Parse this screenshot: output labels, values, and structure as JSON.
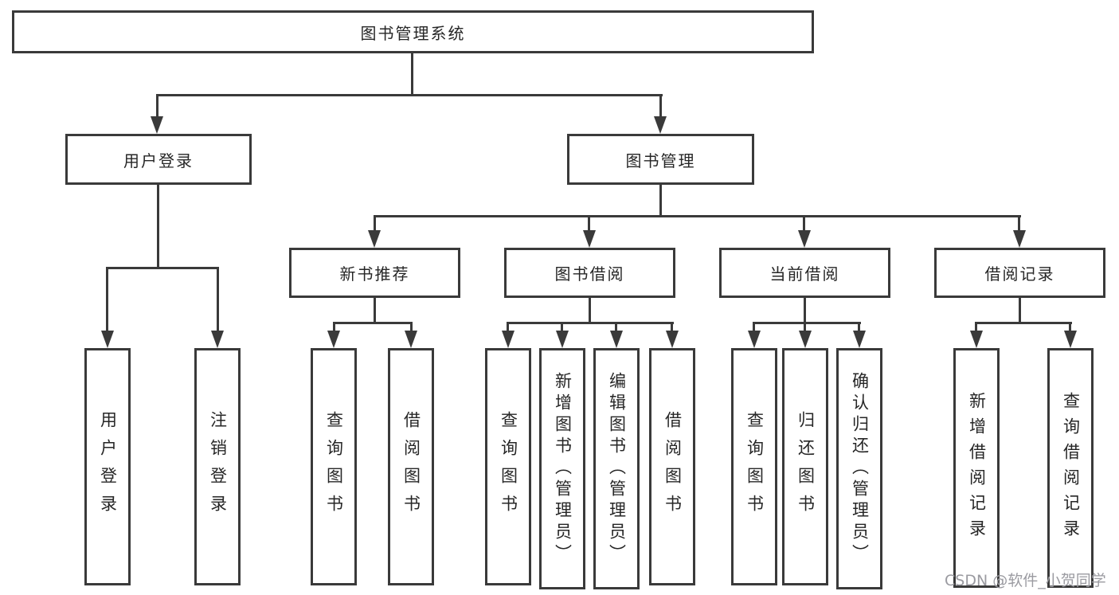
{
  "tree": {
    "root": {
      "label": "图书管理系统"
    },
    "branches": [
      {
        "label": "用户登录",
        "children": [
          {
            "label": "用户登录"
          },
          {
            "label": "注销登录"
          }
        ]
      },
      {
        "label": "图书管理",
        "children": [
          {
            "label": "新书推荐",
            "children": [
              {
                "label": "查询图书"
              },
              {
                "label": "借阅图书"
              }
            ]
          },
          {
            "label": "图书借阅",
            "children": [
              {
                "label": "查询图书"
              },
              {
                "label": "新增图书（管理员）"
              },
              {
                "label": "编辑图书（管理员）"
              },
              {
                "label": "借阅图书"
              }
            ]
          },
          {
            "label": "当前借阅",
            "children": [
              {
                "label": "查询图书"
              },
              {
                "label": "归还图书"
              },
              {
                "label": "确认归还（管理员）"
              }
            ]
          },
          {
            "label": "借阅记录",
            "children": [
              {
                "label": "新增借阅记录"
              },
              {
                "label": "查询借阅记录"
              }
            ]
          }
        ]
      }
    ]
  },
  "watermark": {
    "text": "CSDN @软件_小贺同学"
  },
  "colors": {
    "line": "#3a3a3a",
    "text": "#262626",
    "watermark": "#9b9ba1",
    "background": "#ffffff"
  }
}
